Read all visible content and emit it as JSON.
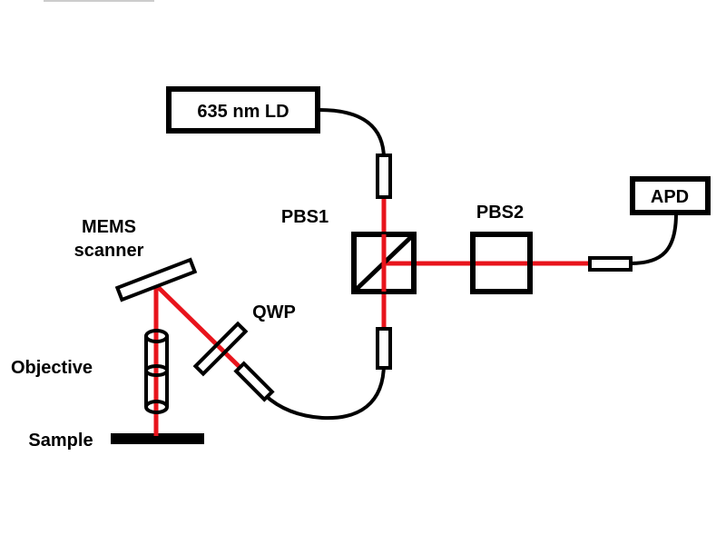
{
  "labels": {
    "laser": "635 nm LD",
    "detector": "APD",
    "pbs1": "PBS1",
    "pbs2": "PBS2",
    "mems_line1": "MEMS",
    "mems_line2": "scanner",
    "qwp": "QWP",
    "objective": "Objective",
    "sample": "Sample"
  },
  "colors": {
    "beam": "#e8141c",
    "outline": "#000000",
    "background": "#ffffff"
  }
}
